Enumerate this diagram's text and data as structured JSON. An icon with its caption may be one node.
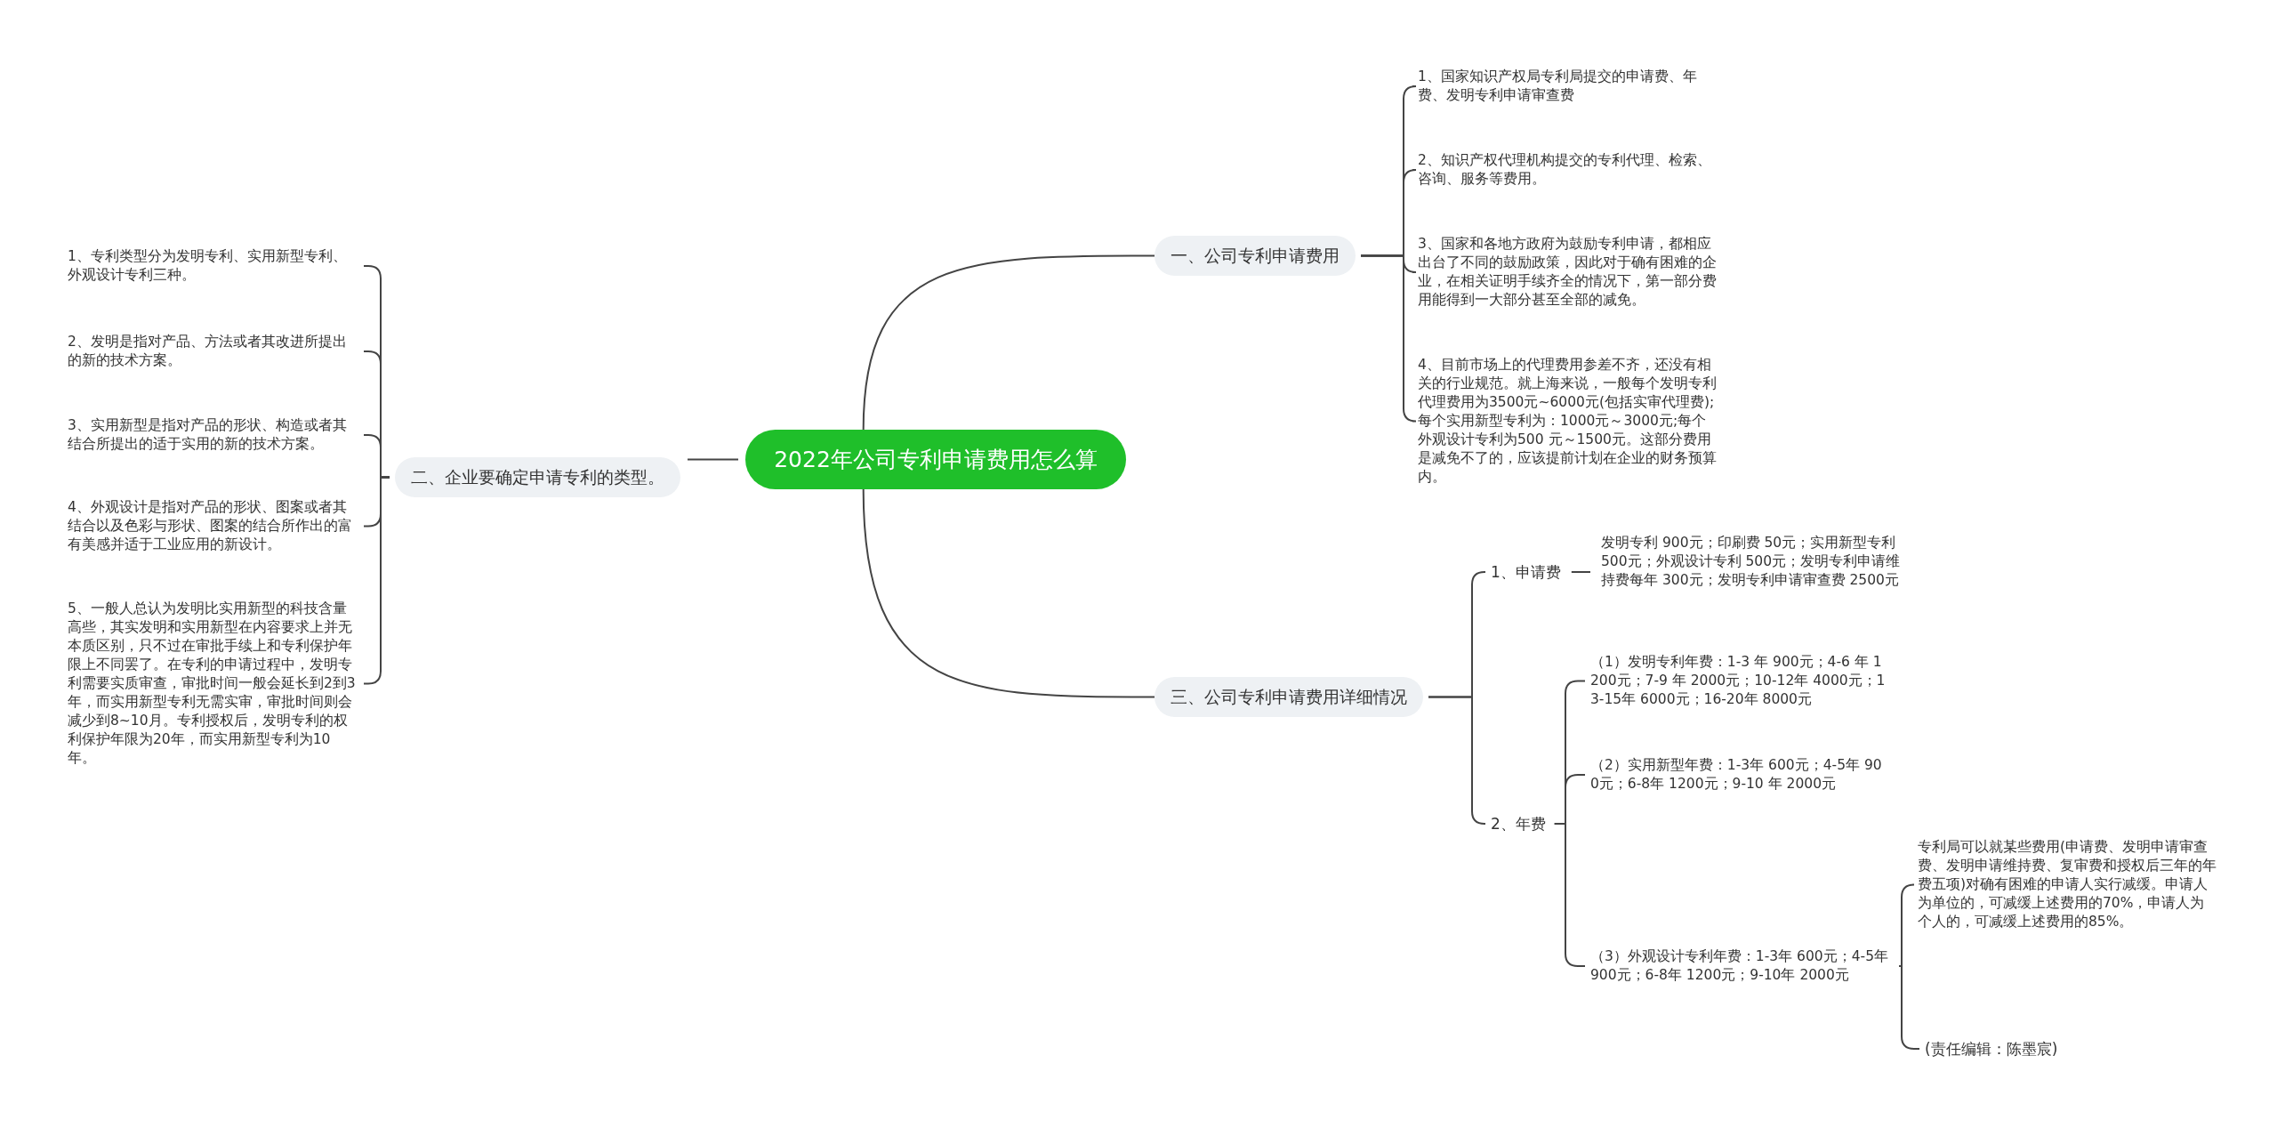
{
  "diagram": {
    "nodes": [
      {
        "text": [
          "2022年公司专利申请费用怎么算"
        ]
      },
      {
        "text": [
          "一、公司专利申请费用"
        ]
      },
      {
        "text": [
          "1、国家知识产权局专利局提交的申请费、年费、发明专利申请审查费"
        ]
      },
      {
        "text": [
          "2、知识产权代理机构提交的专利代理、检索、咨询、服务等费用。"
        ]
      },
      {
        "text": [
          "3、国家和各地方政府为鼓励专利申请，都相应出台了不同的鼓励政策，因此对于确有困难的企业，在相关证明手续齐全的情况下，第一部分费用能得到一大部分甚至全部的减免。"
        ]
      },
      {
        "text": [
          "4、目前市场上的代理费用参差不齐，还没有相关的行业规范。就上海来说，一般每个发明专利代理费用为3500元~6000元(包括实审代理费);每个实用新型专利为：1000元～3000元;每个外观设计专利为500 元～1500元。这部分费用是减免不了的，应该提前计划在企业的财务预算内。"
        ]
      },
      {
        "text": [
          "二、企业要确定申请专利的类型。"
        ]
      },
      {
        "text": [
          "1、专利类型分为发明专利、实用新型专利、外观设计专利三种。"
        ]
      },
      {
        "text": [
          "2、发明是指对产品、方法或者其改进所提出的新的技术方案。"
        ]
      },
      {
        "text": [
          "3、实用新型是指对产品的形状、构造或者其结合所提出的适于实用的新的技术方案。"
        ]
      },
      {
        "text": [
          "4、外观设计是指对产品的形状、图案或者其结合以及色彩与形状、图案的结合所作出的富有美感并适于工业应用的新设计。"
        ]
      },
      {
        "text": [
          "5、一般人总认为发明比实用新型的科技含量高些，其实发明和实用新型在内容要求上并无本质区别，只不过在审批手续上和专利保护年限上不同罢了。在专利的申请过程中，发明专利需要实质审查，审批时间一般会延长到2到3年，而实用新型专利无需实审，审批时间则会减少到8~10月。专利授权后，发明专利的权利保护年限为20年，而实用新型专利为10年。"
        ]
      },
      {
        "text": [
          "三、公司专利申请费用详细情况"
        ]
      },
      {
        "text": [
          "1、申请费"
        ]
      },
      {
        "text": [
          "发明专利 900元；印刷费 50元；实用新型专利 500元；外观设计专利 500元；发明专利申请维持费每年 300元；发明专利申请审查费 2500元"
        ]
      },
      {
        "text": [
          "2、年费"
        ]
      },
      {
        "text": [
          "（1）发明专利年费：1-3 年 900元；4-6 年 1200元；7-9 年 2000元；10-12年 4000元；13-15年 6000元；16-20年 8000元"
        ]
      },
      {
        "text": [
          "（2）实用新型年费：1-3年 600元；4-5年 900元；6-8年 1200元；9-10 年 2000元"
        ]
      },
      {
        "text": [
          "（3）外观设计专利年费：1-3年 600元；4-5年 900元；6-8年 1200元；9-10年 2000元"
        ]
      },
      {
        "text": [
          "专利局可以就某些费用(申请费、发明申请审查费、发明申请维持费、复审费和授权后三年的年费五项)对确有困难的申请人实行减缓。申请人为单位的，可减缓上述费用的70%，申请人为个人的，可减缓上述费用的85%。"
        ]
      },
      {
        "text": [
          "(责任编辑：陈墨宸)"
        ]
      }
    ],
    "edges": [
      {
        "from": 0,
        "to": 1,
        "arrow": "none"
      },
      {
        "from": 1,
        "to": 2,
        "arrow": "none"
      },
      {
        "from": 1,
        "to": 3,
        "arrow": "none"
      },
      {
        "from": 1,
        "to": 4,
        "arrow": "none"
      },
      {
        "from": 1,
        "to": 5,
        "arrow": "none"
      },
      {
        "from": 0,
        "to": 6,
        "arrow": "none"
      },
      {
        "from": 6,
        "to": 7,
        "arrow": "none"
      },
      {
        "from": 6,
        "to": 8,
        "arrow": "none"
      },
      {
        "from": 6,
        "to": 9,
        "arrow": "none"
      },
      {
        "from": 6,
        "to": 10,
        "arrow": "none"
      },
      {
        "from": 6,
        "to": 11,
        "arrow": "none"
      },
      {
        "from": 0,
        "to": 12,
        "arrow": "none"
      },
      {
        "from": 12,
        "to": 13,
        "arrow": "none"
      },
      {
        "from": 13,
        "to": 14,
        "arrow": "none"
      },
      {
        "from": 12,
        "to": 15,
        "arrow": "none"
      },
      {
        "from": 15,
        "to": 16,
        "arrow": "none"
      },
      {
        "from": 15,
        "to": 17,
        "arrow": "none"
      },
      {
        "from": 15,
        "to": 18,
        "arrow": "none"
      },
      {
        "from": 18,
        "to": 19,
        "arrow": "none"
      },
      {
        "from": 18,
        "to": 20,
        "arrow": "none"
      }
    ]
  }
}
